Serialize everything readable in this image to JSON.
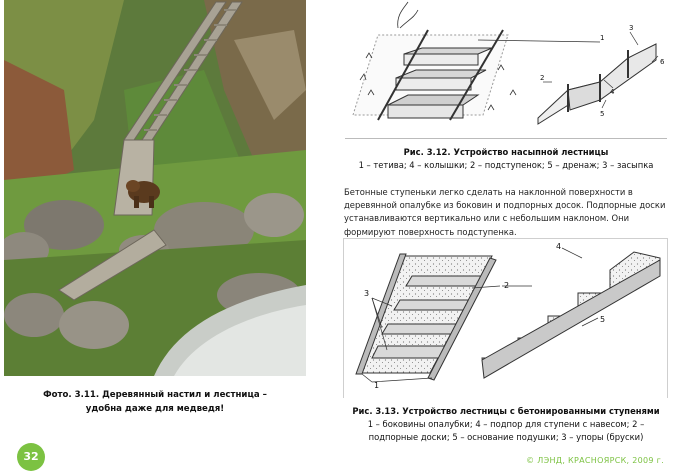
{
  "photo": {
    "caption_line1": "Фото. 3.11. Деревянный настил и лестница –",
    "caption_line2": "удобна даже для медведя!"
  },
  "page_number": "32",
  "figure_1": {
    "labels": [
      "1",
      "3",
      "6",
      "4",
      "2",
      "5"
    ],
    "caption_title": "Рис. 3.12. Устройство насыпной лестницы",
    "caption_text": "1 – тетива; 4 – колышки; 2 – подступенок; 5 – дренаж; 3 – засыпка"
  },
  "body_text": "Бетонные ступеньки легко сделать на наклонной поверхности в деревянной опалубке из боковин и подпорных досок. Подпорные доски устанавливаются вертикально или с небольшим наклоном. Они формируют поверхность подступенка.",
  "figure_2": {
    "labels": [
      "4",
      "3",
      "2",
      "5",
      "1"
    ],
    "caption_title": "Рис. 3.13. Устройство лестницы с бетонированными ступенями",
    "caption_line1": "1 – боковины опалубки; 4 – подпор для ступени с навесом; 2 –",
    "caption_line2": "подпорные доски; 5 – основание подушки; 3 – упоры (бруски)"
  },
  "footer": "© ЛЭНД, КРАСНОЯРСК, 2009 г.",
  "colors": {
    "accent_green": "#7cc242"
  }
}
